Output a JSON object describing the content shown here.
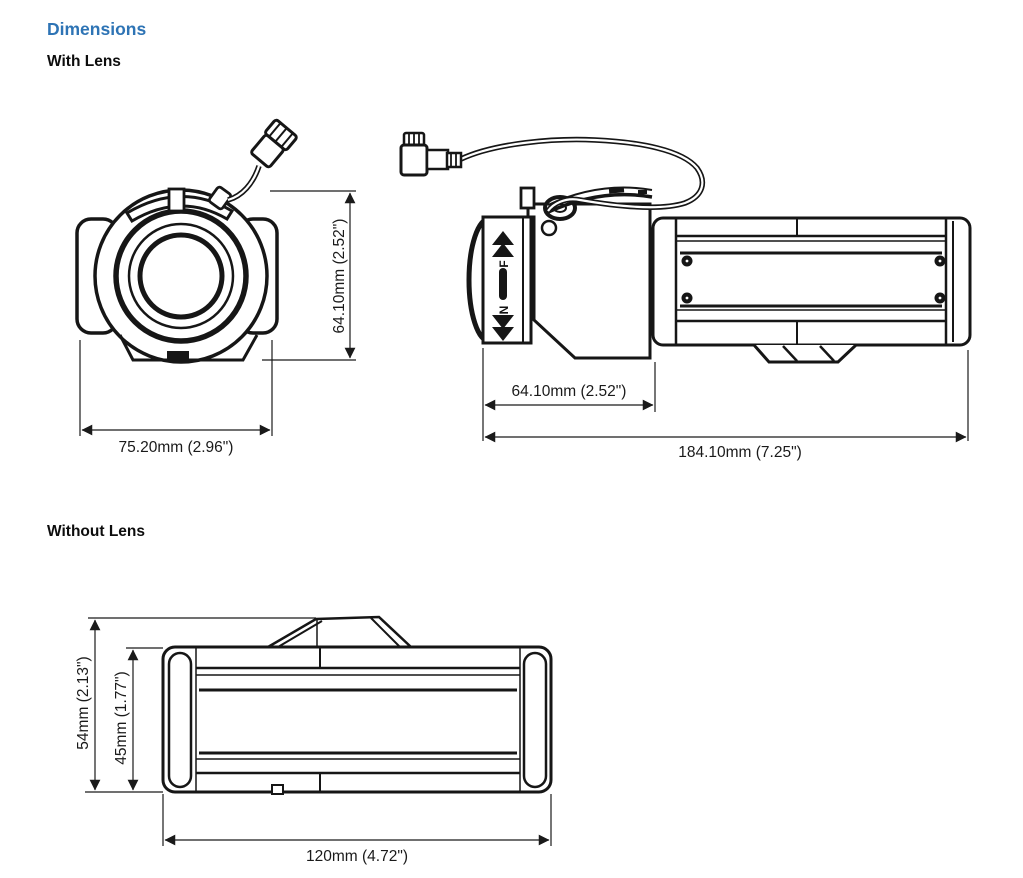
{
  "title": "Dimensions",
  "accent_color": "#2E74B5",
  "line_color": "#161616",
  "sections": {
    "with_lens": {
      "heading": "With Lens"
    },
    "without_lens": {
      "heading": "Without Lens"
    }
  },
  "front_view_with_lens": {
    "height_dim": "64.10mm (2.52\")",
    "width_dim": "75.20mm (2.96\")"
  },
  "side_view_with_lens": {
    "focus_far_label": "F",
    "focus_near_label": "N",
    "lens_length_dim": "64.10mm (2.52\")",
    "total_length_dim": "184.10mm (7.25\")"
  },
  "side_view_without_lens": {
    "total_height_dim": "54mm (2.13\")",
    "body_height_dim": "45mm (1.77\")",
    "length_dim": "120mm (4.72\")"
  }
}
